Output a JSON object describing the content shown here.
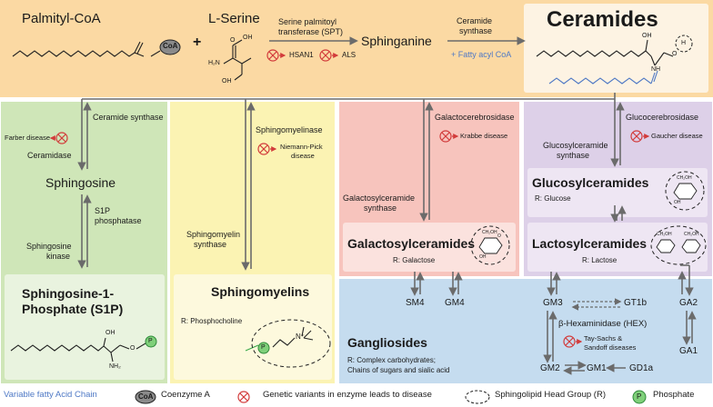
{
  "top": {
    "palmityl_coa": "Palmityl-CoA",
    "coa_badge": "CoA",
    "plus": "+",
    "l_serine": "L-Serine",
    "serine_oh": "OH",
    "serine_o": "O",
    "serine_nh2": "H₂N",
    "serine_oh2": "OH",
    "spt_line1": "Serine palmitoyl",
    "spt_line2": "transferase (SPT)",
    "hsan1": "HSAN1",
    "als": "ALS",
    "sphinganine": "Sphinganine",
    "cs_line1": "Ceramide",
    "cs_line2": "synthase",
    "fatty_acyl": "+ Fatty acyl CoA",
    "ceramides": "Ceramides",
    "cer_oh": "OH",
    "cer_nh": "NH",
    "cer_o": "O",
    "cer_h": "H"
  },
  "left": {
    "ceramide_synthase": "Ceramide synthase",
    "farber": "Farber disease",
    "ceramidase": "Ceramidase",
    "sphingosine": "Sphingosine",
    "s1p_phosphatase_1": "S1P",
    "s1p_phosphatase_2": "phosphatase",
    "sphingosine_kinase_1": "Sphingosine",
    "sphingosine_kinase_2": "kinase",
    "s1p_title_1": "Sphingosine-1-",
    "s1p_title_2": "Phosphate (S1P)",
    "s1p_oh": "OH",
    "s1p_nh2": "NH₂",
    "s1p_o": "O",
    "s1p_p": "P"
  },
  "mid": {
    "sphingomyelinase": "Sphingomyelinase",
    "niemann_1": "Niemann-Pick",
    "niemann_2": "disease",
    "sm_synthase_1": "Sphingomyelin",
    "sm_synthase_2": "synthase",
    "sphingomyelins": "Sphingomyelins",
    "r_phosphocholine": "R: Phosphocholine",
    "p": "P",
    "n_plus": "N⁺"
  },
  "galacto": {
    "galactocerebrosidase": "Galactocerebrosidase",
    "krabbe": "Krabbe disease",
    "gc_synthase_1": "Galactosylceramide",
    "gc_synthase_2": "synthase",
    "title": "Galactosylceramides",
    "r_galactose": "R: Galactose"
  },
  "gluco": {
    "glucocerebrosidase": "Glucocerebrosidase",
    "gaucher": "Gaucher disease",
    "glc_synthase_1": "Glucosylceramide",
    "glc_synthase_2": "synthase",
    "title": "Glucosylceramides",
    "r_glucose": "R: Glucose",
    "lacto_title": "Lactosylceramides",
    "r_lactose": "R: Lactose"
  },
  "gang": {
    "sm4": "SM4",
    "gm4": "GM4",
    "gm3": "GM3",
    "gt1b": "GT1b",
    "ga2": "GA2",
    "ga1": "GA1",
    "hex": "β-Hexaminidase (HEX)",
    "tay_1": "Tay-Sachs &",
    "tay_2": "Sandoff diseases",
    "gm2": "GM2",
    "gm1": "GM1",
    "gd1a": "GD1a",
    "title": "Gangliosides",
    "r_line1": "R: Complex carbohydrates;",
    "r_line2": "Chains of  sugars and sialic acid"
  },
  "sugar": {
    "ch2oh": "CH₂OH",
    "oh": "OH",
    "o": "O"
  },
  "legend": {
    "variable_chain": "Variable fatty Acid Chain",
    "coa_badge": "CoA",
    "coa_label": "Coenzyme A",
    "genetic": "Genetic variants in enzyme leads to disease",
    "head_group": "Sphingolipid Head Group (R)",
    "p_badge": "P",
    "phosphate": "Phosphate"
  },
  "colors": {
    "top_panel": "#fbd9a3",
    "left_panel": "#cfe6b8",
    "mid_panel": "#fbf3b3",
    "galacto_panel": "#f7c4bd",
    "gluco_panel": "#ddd0e8",
    "gang_panel": "#c5dcef",
    "arrow": "#6b6b6b",
    "disease_red": "#d23b3b",
    "fatty_chain": "#4f79c5",
    "phosphate_green": "#7fd07a"
  }
}
